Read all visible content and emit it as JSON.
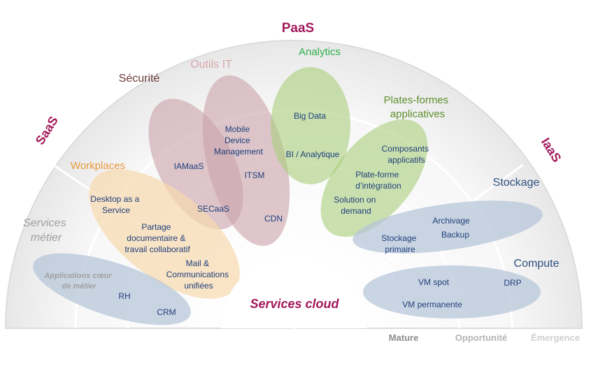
{
  "center_label": "Services cloud",
  "layers": {
    "paas": "PaaS",
    "saas": "SaaS",
    "iaas": "IaaS"
  },
  "categories": {
    "analytics": "Analytics",
    "outils_it": "Outils IT",
    "securite": "Sécurité",
    "workplaces": "Workplaces",
    "services_metier": [
      "Services",
      "métier"
    ],
    "plates_formes": [
      "Plates-formes",
      "applicatives"
    ],
    "stockage": "Stockage",
    "compute": "Compute"
  },
  "items": {
    "big_data": "Big Data",
    "bi_analytique": "BI / Analytique",
    "mdm": [
      "Mobile",
      "Device",
      "Management"
    ],
    "itsm": "ITSM",
    "cdn": "CDN",
    "iamaas": "IAMaaS",
    "secaas": "SECaaS",
    "desktop": [
      "Desktop as a",
      "Service"
    ],
    "partage": [
      "Partage",
      "documentaire &",
      "travail collaboratif"
    ],
    "mail": [
      "Mail &",
      "Communications",
      "unifiées"
    ],
    "applications_coeur": [
      "Applications  cœur",
      "de métier"
    ],
    "rh": "RH",
    "crm": "CRM",
    "composants": [
      "Composants",
      "applicatifs"
    ],
    "plateforme_integration": [
      "Plate-forme",
      "d’intégration"
    ],
    "solution_demand": [
      "Solution on",
      "demand"
    ],
    "archivage": "Archivage",
    "backup": "Backup",
    "stockage_primaire": [
      "Stockage",
      "primaire"
    ],
    "vm_spot": "VM spot",
    "drp": "DRP",
    "vm_permanente": "VM permanente"
  },
  "legend": {
    "mature": "Mature",
    "opportunite": "Opportunité",
    "emergence": "Émergence"
  },
  "colors": {
    "magenta": "#a3195b",
    "green": "#2db14b",
    "pink_label": "#d9a7ad",
    "brown": "#6b3a3a",
    "orange": "#e8993a",
    "grey_label": "#a0a0a0",
    "olive": "#5f8f2f",
    "blue_label": "#2f4f7f",
    "text_blue": "#1f3f7a",
    "ellipse_mauve": "#c9a1aa",
    "ellipse_green": "#a8cf7c",
    "ellipse_orange": "#f7d9ae",
    "ellipse_blue": "#b4c3d8"
  }
}
